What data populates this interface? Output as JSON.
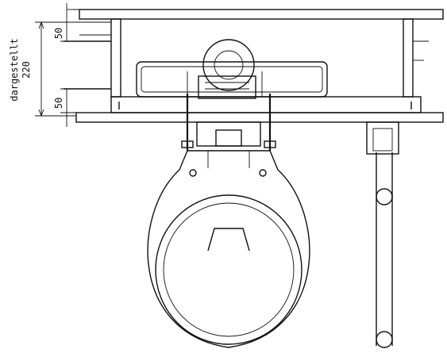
{
  "drawing": {
    "vertical_label": "dargestellt",
    "dimension_total": "220",
    "dimension_top": "50",
    "dimension_bottom": "50"
  },
  "colors": {
    "ink": "#111111",
    "paper": "#ffffff",
    "concrete_hatch": "#6a6a6a"
  }
}
